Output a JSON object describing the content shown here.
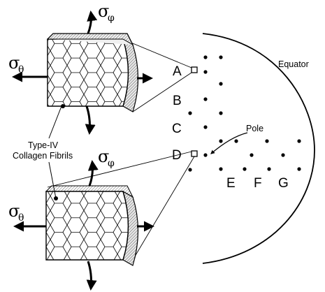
{
  "labels": {
    "sigma_phi_top": "σ",
    "sigma_phi_top_sub": "φ",
    "sigma_theta_top": "σ",
    "sigma_theta_top_sub": "θ",
    "sigma_phi_bottom": "σ",
    "sigma_phi_bottom_sub": "φ",
    "sigma_theta_bottom": "σ",
    "sigma_theta_bottom_sub": "θ",
    "point_a": "A",
    "point_b": "B",
    "point_c": "C",
    "point_d": "D",
    "point_e": "E",
    "point_f": "F",
    "point_g": "G",
    "equator": "Equator",
    "pole": "Pole",
    "fibrils_line1": "Type-IV",
    "fibrils_line2": "Collagen Fibrils"
  },
  "colors": {
    "ink": "#000000",
    "patch_fill": "#ffffff",
    "patch_side": "#e8e8e8"
  }
}
